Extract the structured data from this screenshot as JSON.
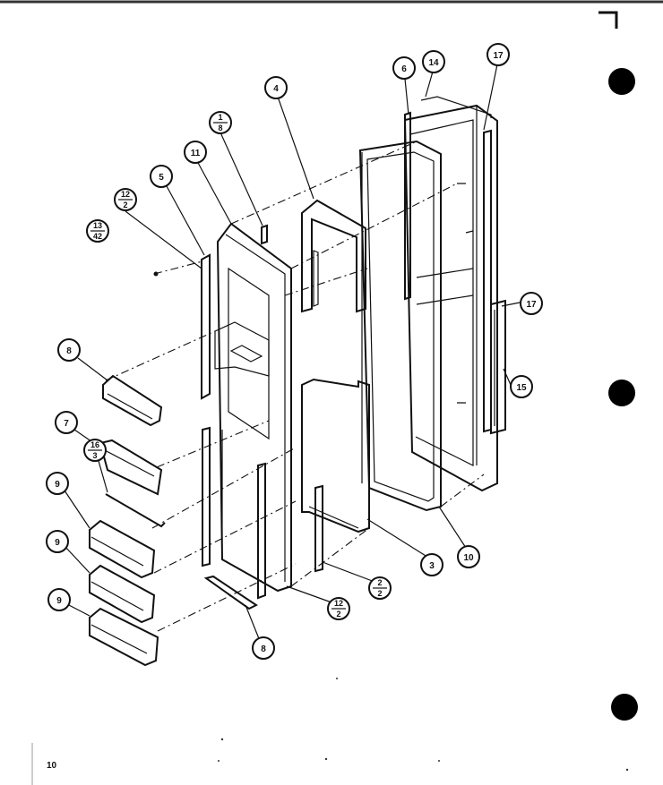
{
  "page_number": "10",
  "callouts": [
    {
      "id": "c-14",
      "label": "14"
    },
    {
      "id": "c-17a",
      "label": "17"
    },
    {
      "id": "c-6",
      "label": "6"
    },
    {
      "id": "c-4",
      "label": "4"
    },
    {
      "id": "c-11",
      "label": "11"
    },
    {
      "id": "c-5",
      "label": "5"
    },
    {
      "id": "c-8a",
      "label": "8"
    },
    {
      "id": "c-7",
      "label": "7"
    },
    {
      "id": "c-9a",
      "label": "9"
    },
    {
      "id": "c-9b",
      "label": "9"
    },
    {
      "id": "c-9c",
      "label": "9"
    },
    {
      "id": "c-17b",
      "label": "17"
    },
    {
      "id": "c-15",
      "label": "15"
    },
    {
      "id": "c-3",
      "label": "3"
    },
    {
      "id": "c-10",
      "label": "10"
    },
    {
      "id": "c-8b",
      "label": "8"
    }
  ],
  "fractions": [
    {
      "id": "f-1-8",
      "top": "1",
      "bottom": "8"
    },
    {
      "id": "f-12-2a",
      "top": "12",
      "bottom": "2"
    },
    {
      "id": "f-13-42",
      "top": "13",
      "bottom": "42"
    },
    {
      "id": "f-16-3",
      "top": "16",
      "bottom": "3"
    },
    {
      "id": "f-2-2",
      "top": "2",
      "bottom": "2"
    },
    {
      "id": "f-12-2b",
      "top": "12",
      "bottom": "2"
    }
  ],
  "colors": {
    "ink": "#111111",
    "paper": "#ffffff"
  }
}
